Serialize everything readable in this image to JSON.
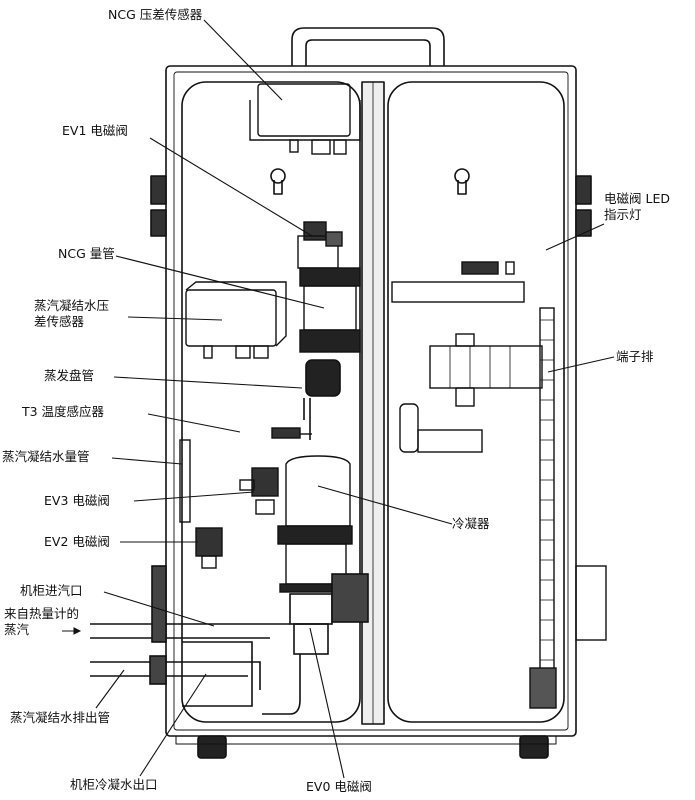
{
  "labels": {
    "ncg_dp_sensor": "NCG 压差传感器",
    "ev1_valve": "EV1 电磁阀",
    "ncg_tube": "NCG 量管",
    "condensate_dp_sensor_l1": "蒸汽凝结水压",
    "condensate_dp_sensor_l2": "差传感器",
    "evaporator_coil": "蒸发盘管",
    "t3_sensor": "T3 温度感应器",
    "condensate_tube": "蒸汽凝结水量管",
    "ev3_valve": "EV3 电磁阀",
    "ev2_valve": "EV2 电磁阀",
    "cabinet_steam_inlet": "机柜进汽口",
    "steam_from_meter_l1": "来自热量计的",
    "steam_from_meter_l2": "蒸汽",
    "condensate_drain": "蒸汽凝结水排出管",
    "cabinet_condensate_outlet": "机柜冷凝水出口",
    "ev0_valve": "EV0 电磁阀",
    "led_indicator_l1": "电磁阀 LED",
    "led_indicator_l2": "指示灯",
    "terminal_block": "端子排",
    "condenser": "冷凝器"
  }
}
